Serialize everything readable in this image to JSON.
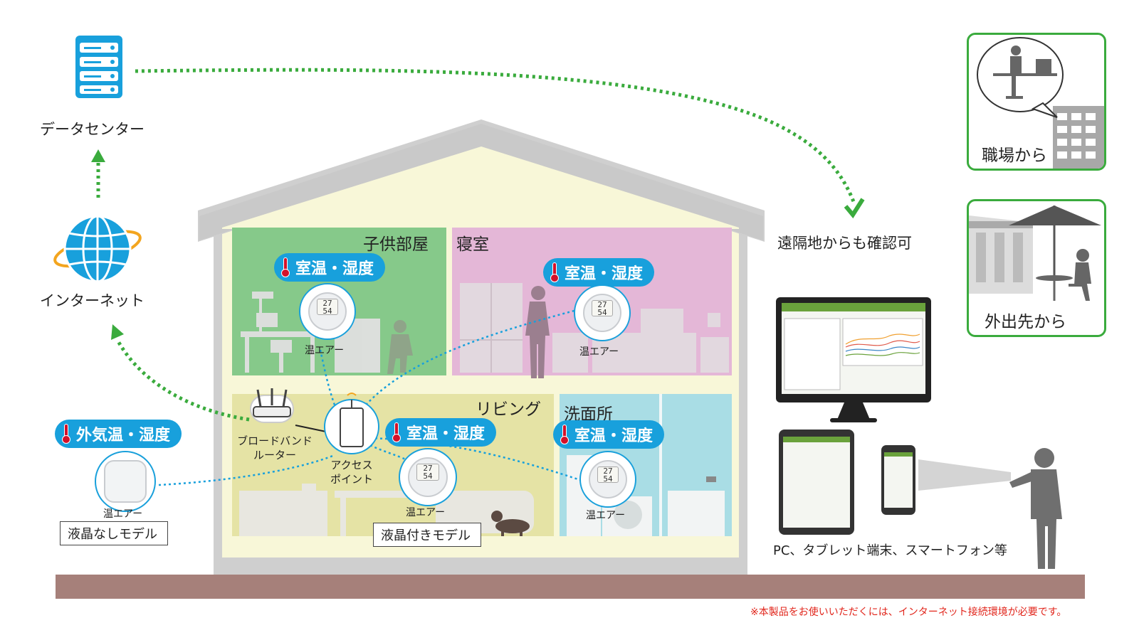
{
  "nodes": {
    "datacenter": "データセンター",
    "internet": "インターネット"
  },
  "rooms": {
    "kids_room": "子供部屋",
    "bedroom": "寝室",
    "living": "リビング",
    "washroom": "洗面所"
  },
  "pills": {
    "indoor": "室温・湿度",
    "outdoor": "外気温・湿度"
  },
  "devices": {
    "name": "温エアー",
    "display_top": "27",
    "display_bottom": "54"
  },
  "network": {
    "router": "ブロードバンド\nルーター",
    "router_line1": "ブロードバンド",
    "router_line2": "ルーター",
    "ap_line1": "アクセス",
    "ap_line2": "ポイント"
  },
  "models": {
    "no_lcd": "液晶なしモデル",
    "with_lcd": "液晶付きモデル"
  },
  "remote": {
    "caption": "遠隔地からも確認可",
    "devices_caption": "PC、タブレット端末、スマートフォン等",
    "from_work": "職場から",
    "from_outside": "外出先から"
  },
  "footnote": "※本製品をお使いいただくには、インターネット接続環境が必要です。",
  "colors": {
    "green_arrow": "#3aab3d",
    "blue": "#18a0dc",
    "room_green": "#86c98a",
    "room_pink": "#e4b7d7",
    "room_yellow": "#e5e3a5",
    "room_cyan": "#a9dde5",
    "ground": "#a6807a",
    "house_wall": "#f8f7d8",
    "roof": "#cfcfcf",
    "note_red": "#e1251b"
  }
}
